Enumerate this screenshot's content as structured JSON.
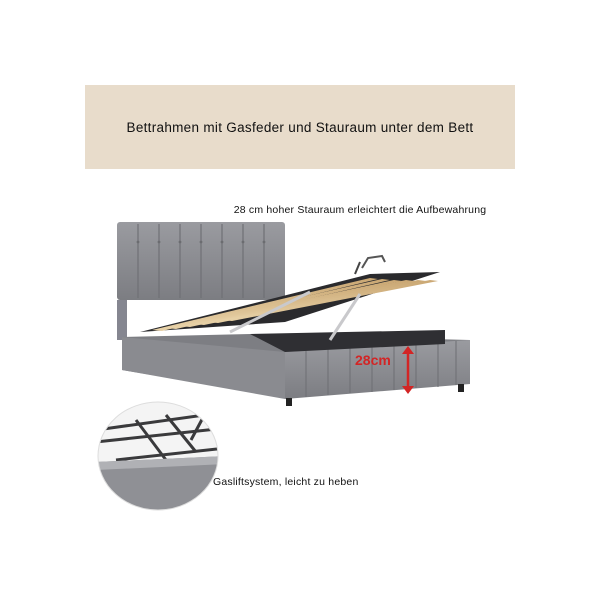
{
  "banner": {
    "title": "Bettrahmen mit Gasfeder und Stauraum unter dem Bett",
    "background": "#e8dccb"
  },
  "product_image": {
    "caption_storage": "28 cm hoher Stauraum erleichtert die Aufbewahrung",
    "dimension_label": "28cm",
    "dimension_color": "#d32525",
    "fabric_color": "#8d8e93"
  },
  "detail_image": {
    "caption_gaslift": "Gasliftsystem, leicht zu heben"
  }
}
